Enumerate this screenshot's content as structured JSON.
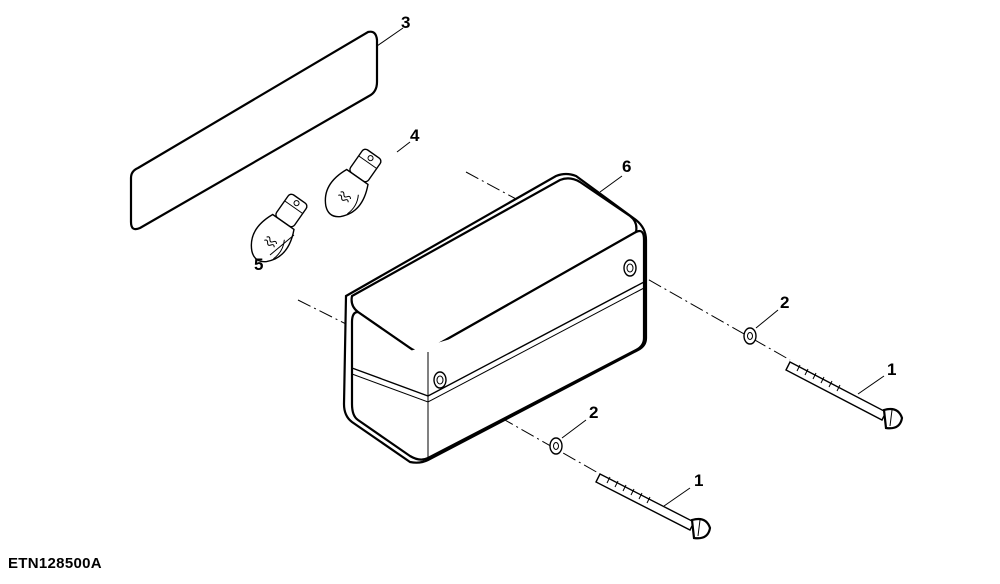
{
  "figure": {
    "id_label": "ETN128500A"
  },
  "callouts": [
    {
      "label": "3"
    },
    {
      "label": "4"
    },
    {
      "label": "6"
    },
    {
      "label": "5"
    },
    {
      "label": "2"
    },
    {
      "label": "1"
    },
    {
      "label": "2"
    },
    {
      "label": "1"
    }
  ]
}
